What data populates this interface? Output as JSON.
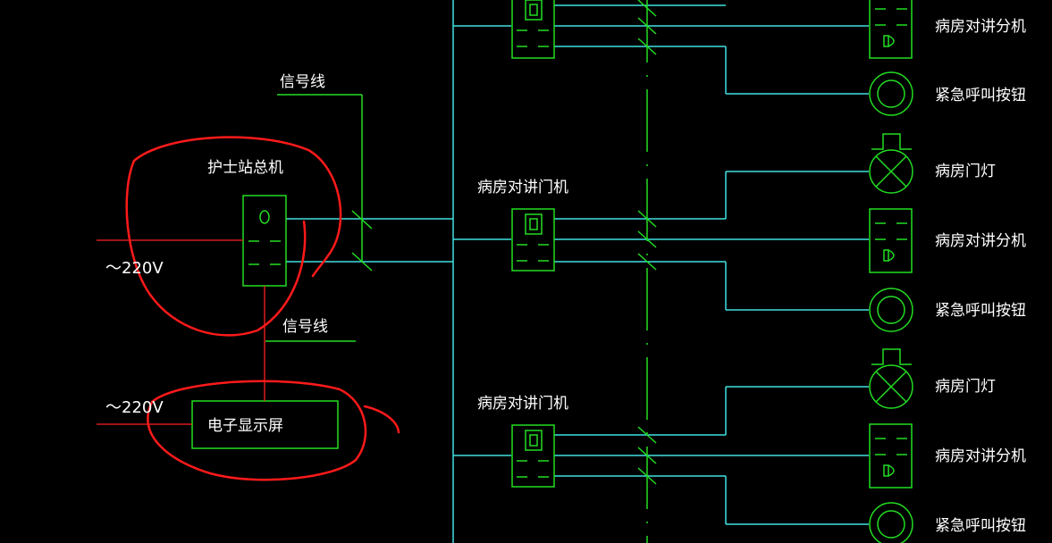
{
  "labels": {
    "signal_line_top": "信号线",
    "signal_line_mid": "信号线",
    "nurse_station_master": "护士站总机",
    "voltage_top": "～220V",
    "voltage_bottom": "～220V",
    "electronic_display": "电子显示屏",
    "door_unit_1": "病房对讲门机",
    "door_unit_2": "病房对讲门机"
  },
  "right_column": [
    {
      "label": "病房对讲分机",
      "type": "intercom"
    },
    {
      "label": "紧急呼叫按钮",
      "type": "button"
    },
    {
      "label": "病房门灯",
      "type": "lamp"
    },
    {
      "label": "病房对讲分机",
      "type": "intercom"
    },
    {
      "label": "紧急呼叫按钮",
      "type": "button"
    },
    {
      "label": "病房门灯",
      "type": "lamp"
    },
    {
      "label": "病房对讲分机",
      "type": "intercom"
    },
    {
      "label": "紧急呼叫按钮",
      "type": "button"
    }
  ],
  "colors": {
    "background": "#000000",
    "cyan_wire": "#40e0e0",
    "green_symbol": "#22dd22",
    "red_power": "#ff2020",
    "text": "#ffffff",
    "annotation": "#ff1a1a"
  }
}
